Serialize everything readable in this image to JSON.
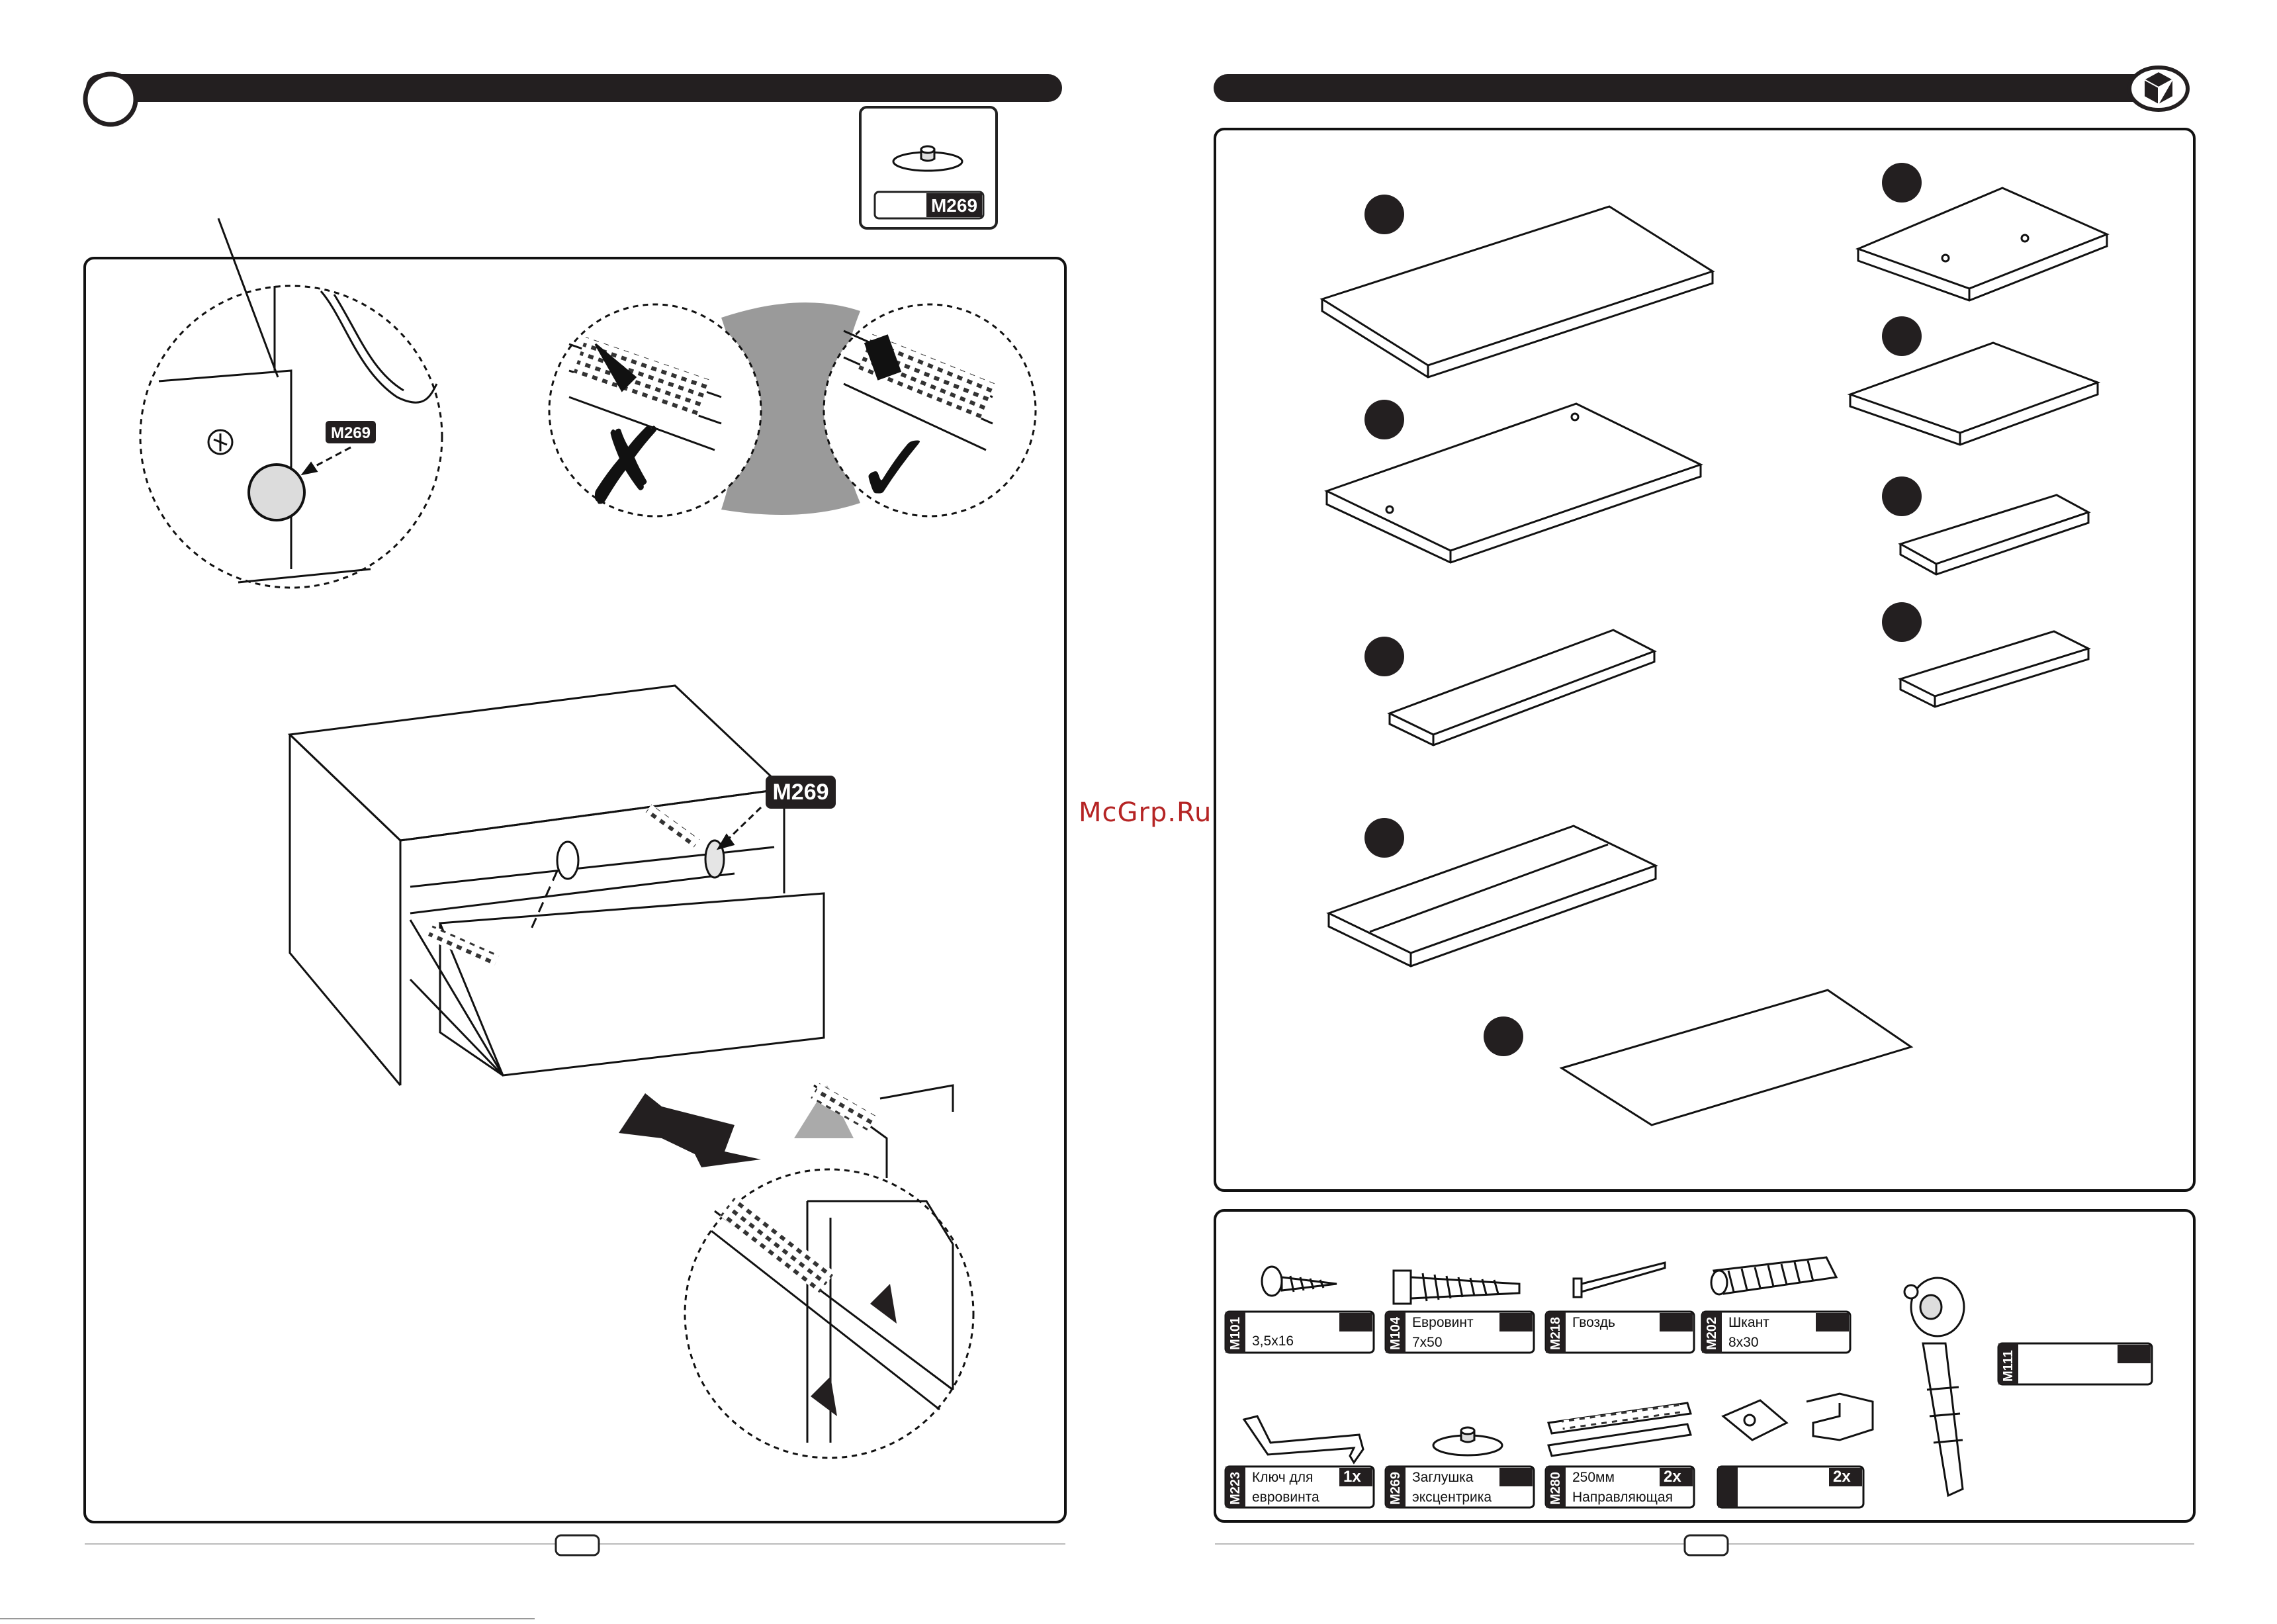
{
  "watermark": "McGrp.Ru",
  "left_page": {
    "part_badge": "M269",
    "callout_detail": "M269",
    "callout_main": "M269"
  },
  "right_page": {
    "hardware": [
      {
        "code": "M101",
        "line1": "3,5x16",
        "line2": "",
        "qty": ""
      },
      {
        "code": "M104",
        "line1": "Евровинт",
        "line2": "7x50",
        "qty": ""
      },
      {
        "code": "M218",
        "line1": "Гвоздь",
        "line2": "",
        "qty": ""
      },
      {
        "code": "M202",
        "line1": "Шкант",
        "line2": "8x30",
        "qty": ""
      },
      {
        "code": "M111",
        "line1": "",
        "line2": "",
        "qty": ""
      },
      {
        "code": "M223",
        "line1": "Ключ для",
        "line2": "евровинта",
        "qty": "1x"
      },
      {
        "code": "M269",
        "line1": "Заглушка",
        "line2": "эксцентрика",
        "qty": ""
      },
      {
        "code": "M280",
        "line1": "250мм",
        "line2": "Направляющая",
        "qty": "2x"
      },
      {
        "code": "",
        "line1": "",
        "line2": "",
        "qty": "2x"
      }
    ]
  }
}
